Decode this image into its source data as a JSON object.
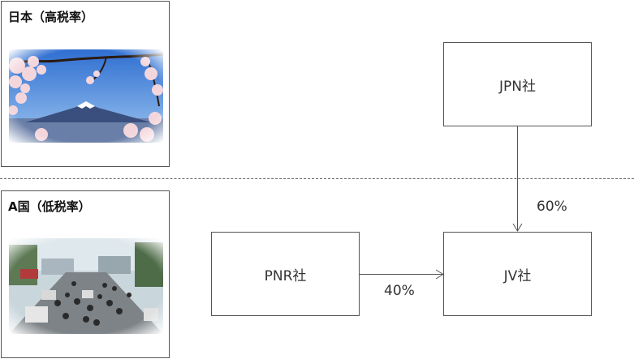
{
  "regions": {
    "japan": {
      "title": "日本（高税率）",
      "image": "cherry-blossoms-mount-fuji-photo"
    },
    "country_a": {
      "title": "A国（低税率）",
      "image": "street-traffic-motorbikes-photo"
    }
  },
  "entities": {
    "jpn": "JPN社",
    "pnr": "PNR社",
    "jv": "JV社"
  },
  "ownership": {
    "jpn_to_jv": "60%",
    "pnr_to_jv": "40%"
  },
  "colors": {
    "border": "#555555",
    "divider": "#666666",
    "arrow": "#555555"
  }
}
